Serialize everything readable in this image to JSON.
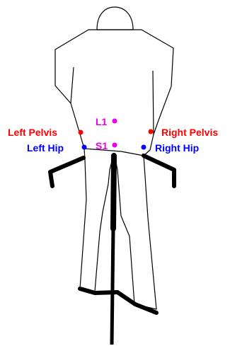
{
  "labels": {
    "l1": "L1",
    "s1": "S1",
    "left_pelvis": "Left Pelvis",
    "right_pelvis": "Right Pelvis",
    "left_hip": "Left Hip",
    "right_hip": "Right Hip"
  },
  "colors": {
    "spine": "#e800e8",
    "pelvis": "#ff0000",
    "hip": "#0000ff",
    "outline": "#000000",
    "bike": "#000000"
  }
}
